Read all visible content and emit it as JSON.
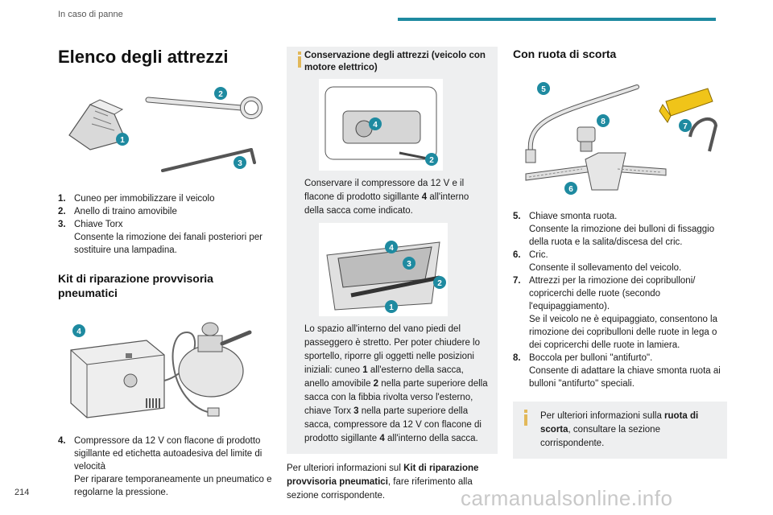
{
  "header": {
    "section": "In caso di panne",
    "page_number": "214"
  },
  "watermark": "carmanualsonline.info",
  "col1": {
    "title": "Elenco degli attrezzi",
    "items": [
      {
        "num": "1.",
        "lines": [
          "Cuneo per immobilizzare il veicolo"
        ]
      },
      {
        "num": "2.",
        "lines": [
          "Anello di traino amovibile"
        ]
      },
      {
        "num": "3.",
        "lines": [
          "Chiave Torx",
          "Consente la rimozione dei fanali posteriori per sostituire una lampadina."
        ]
      }
    ],
    "kit_title": "Kit di riparazione provvisoria pneumatici",
    "kit_items": [
      {
        "num": "4.",
        "lines": [
          "Compressore da 12 V con flacone di prodotto sigillante ed etichetta autoadesiva del limite di velocità",
          "Per riparare temporaneamente un pneumatico e regolarne la pressione."
        ]
      }
    ]
  },
  "col2": {
    "box_title": "Conservazione degli attrezzi (veicolo con motore elettrico)",
    "p1_a": "Conservare il compressore da 12 V e il flacone di prodotto sigillante ",
    "p1_b": "4",
    "p1_c": " all'interno della sacca come indicato.",
    "p2": [
      {
        "t": "Lo spazio all'interno del vano piedi del passeggero è stretto. Per poter chiudere lo sportello, riporre gli oggetti nelle posizioni iniziali: cuneo ",
        "b": false
      },
      {
        "t": "1",
        "b": true
      },
      {
        "t": " all'esterno della sacca, anello amovibile ",
        "b": false
      },
      {
        "t": "2",
        "b": true
      },
      {
        "t": " nella parte superiore della sacca con la fibbia rivolta verso l'esterno, chiave Torx ",
        "b": false
      },
      {
        "t": "3",
        "b": true
      },
      {
        "t": " nella parte superiore della sacca, compressore da 12 V con flacone di prodotto sigillante ",
        "b": false
      },
      {
        "t": "4",
        "b": true
      },
      {
        "t": " all'interno della sacca.",
        "b": false
      }
    ],
    "p3_a": "Per ulteriori informazioni sul ",
    "p3_b": "Kit di riparazione provvisoria pneumatici",
    "p3_c": ", fare riferimento alla sezione corrispondente."
  },
  "col3": {
    "title": "Con ruota di scorta",
    "items": [
      {
        "num": "5.",
        "lines": [
          "Chiave smonta ruota.",
          "Consente la rimozione dei bulloni di fissaggio della ruota e la salita/discesa del cric."
        ]
      },
      {
        "num": "6.",
        "lines": [
          "Cric.",
          "Consente il sollevamento del veicolo."
        ]
      },
      {
        "num": "7.",
        "lines": [
          "Attrezzi per la rimozione dei copribulloni/ copricerchi delle ruote (secondo l'equipaggiamento).",
          "Se il veicolo ne è equipaggiato, consentono la rimozione dei copribulloni delle ruote in lega o dei copricerchi delle ruote in lamiera."
        ]
      },
      {
        "num": "8.",
        "lines": [
          "Boccola per bulloni \"antifurto\".",
          "Consente di adattare la chiave smonta ruota ai bulloni \"antifurto\" speciali."
        ]
      }
    ],
    "info_a": "Per ulteriori informazioni sulla ",
    "info_b": "ruota di scorta",
    "info_c": ", consultare la sezione corrispondente."
  },
  "badges": {
    "b1": "1",
    "b2": "2",
    "b3": "3",
    "b4": "4",
    "b5": "5",
    "b6": "6",
    "b7": "7",
    "b8": "8"
  },
  "colors": {
    "accent": "#1e8aa0",
    "info_icon": "#e2b85a",
    "box_bg": "#eeeff0"
  }
}
